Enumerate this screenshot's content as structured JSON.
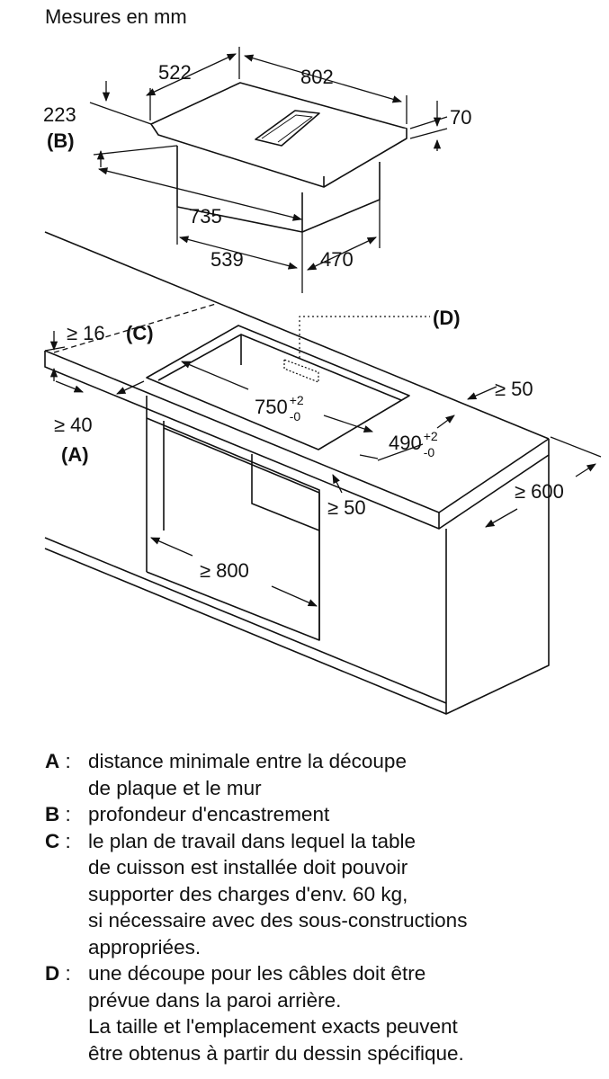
{
  "diagram": {
    "title": "Mesures en mm",
    "hob": {
      "depth": "522",
      "width": "802",
      "thickness": "70",
      "glass_depth": "223",
      "glass_depth_label": "(B)",
      "body_width": "735",
      "body_depth": "539",
      "body_offset": "470"
    },
    "cutout": {
      "counter_thickness": "≥ 16",
      "counter_thickness_key": "(C)",
      "wall_distance": "≥ 40",
      "wall_distance_key": "(A)",
      "cable_cutout_key": "(D)",
      "width_base": "750",
      "width_tol_plus": "+2",
      "width_tol_minus": "-0",
      "depth_base": "490",
      "depth_tol_plus": "+2",
      "depth_tol_minus": "-0",
      "side_clearance": "≥ 50",
      "front_clearance": "≥ 50",
      "counter_depth": "≥ 600",
      "cabinet_width": "≥ 800"
    }
  },
  "legend": [
    {
      "key": "A",
      "lines": [
        "distance minimale entre la découpe",
        "de plaque et le mur"
      ]
    },
    {
      "key": "B",
      "lines": [
        "profondeur d'encastrement"
      ]
    },
    {
      "key": "C",
      "lines": [
        "le plan de travail dans lequel la table",
        "de cuisson est installée doit pouvoir",
        "supporter des charges d'env. 60 kg,",
        "si nécessaire avec des sous-constructions",
        "appropriées."
      ]
    },
    {
      "key": "D",
      "lines": [
        "une découpe pour les câbles doit être",
        "prévue dans la paroi arrière.",
        "La taille et l'emplacement exacts peuvent",
        "être obtenus à partir du dessin spécifique."
      ]
    }
  ]
}
